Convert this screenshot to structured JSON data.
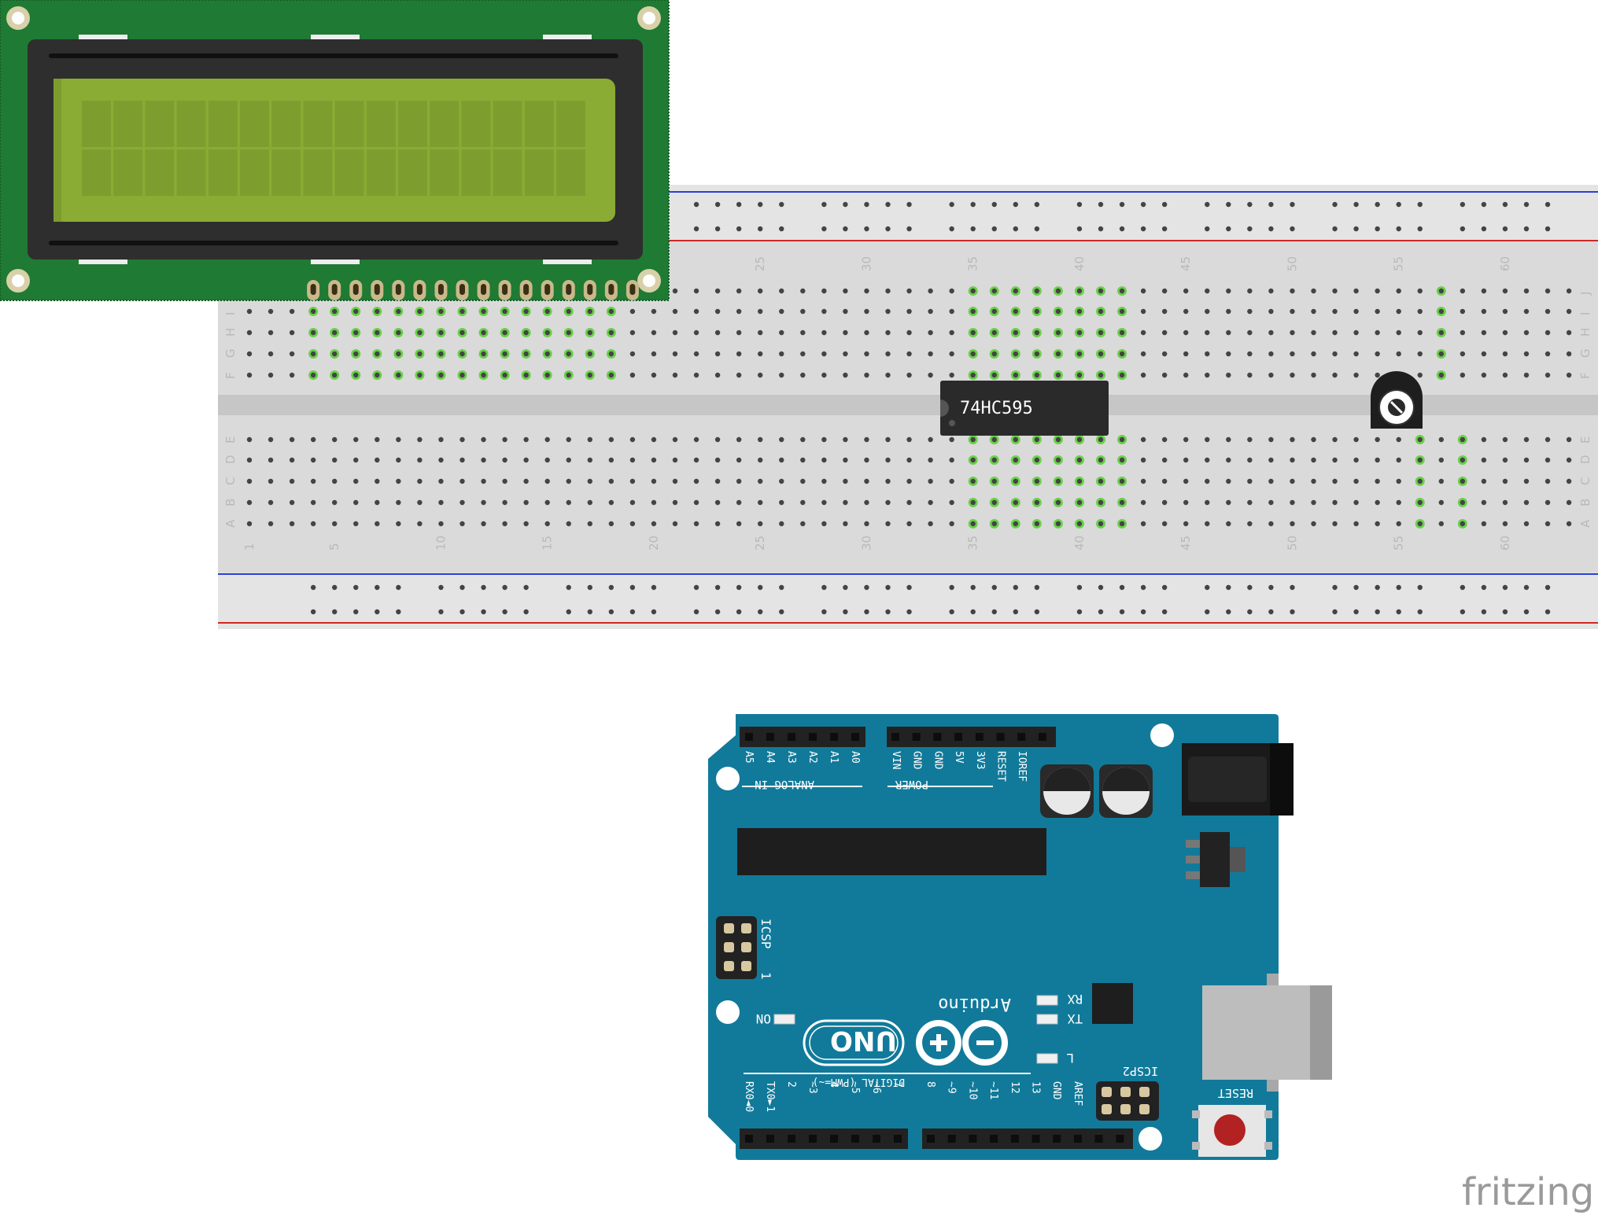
{
  "breadboard": {
    "column_numbers": [
      "1",
      "5",
      "10",
      "15",
      "20",
      "25",
      "30",
      "35",
      "40",
      "45",
      "50",
      "55",
      "60"
    ],
    "row_letters_top": [
      "J",
      "I",
      "H",
      "G",
      "F"
    ],
    "row_letters_bottom": [
      "E",
      "D",
      "C",
      "B",
      "A"
    ],
    "rail_colors": {
      "blue": "#2a3fd6",
      "red": "#d02828"
    },
    "highlight_color": "#6ad04a"
  },
  "chip": {
    "label": "74HC595"
  },
  "lcd": {
    "pins": 16,
    "rows": 2,
    "cols": 16,
    "screen_color": "#8aac34",
    "pcb_color": "#1f7a33"
  },
  "arduino": {
    "board_color": "#117a9a",
    "analog_pins": [
      "A5",
      "A4",
      "A3",
      "A2",
      "A1",
      "A0"
    ],
    "analog_title": "ANALOG IN",
    "power_pins": [
      "VIN",
      "GND",
      "GND",
      "5V",
      "3V3",
      "RESET",
      "IOREF"
    ],
    "power_title": "POWER",
    "icsp_label": "ICSP",
    "icsp_pin1": "1",
    "led_rx": "RX",
    "led_tx": "TX",
    "led_l": "L",
    "led_on": "ON",
    "logo_text": "Arduino",
    "model": "UNO",
    "digital_title": "DIGITAL (PWM=~)",
    "digital_pins_left": [
      "RX0◄0",
      "TX0►1",
      "2",
      "~3",
      "4",
      "~5",
      "~6",
      "7"
    ],
    "digital_pins_right": [
      "8",
      "~9",
      "~10",
      "~11",
      "12",
      "13",
      "GND",
      "AREF"
    ],
    "icsp2_label": "ICSP2",
    "reset_label": "RESET"
  },
  "watermark": "fritzing"
}
